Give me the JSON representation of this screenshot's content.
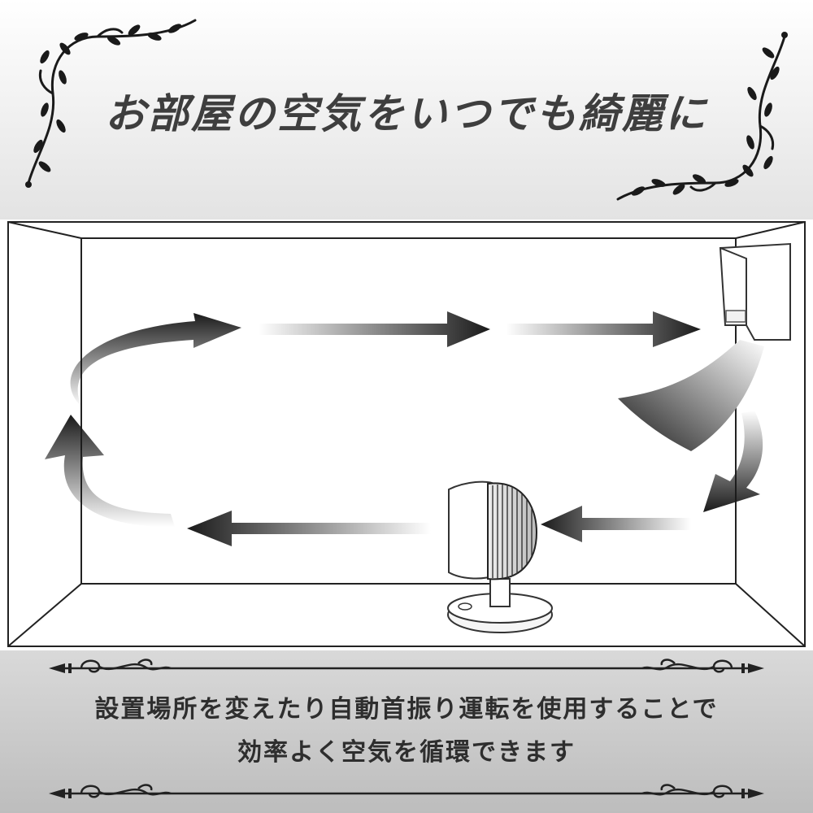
{
  "headline": "お部屋の空気をいつでも綺麗に",
  "description": {
    "line1": "設置場所を変えたり自動首振り運転を使用することで",
    "line2": "効率よく空気を循環できます"
  },
  "illustration": {
    "devices": [
      "air-conditioner-icon",
      "circulator-fan-icon"
    ],
    "flow": "circular"
  }
}
